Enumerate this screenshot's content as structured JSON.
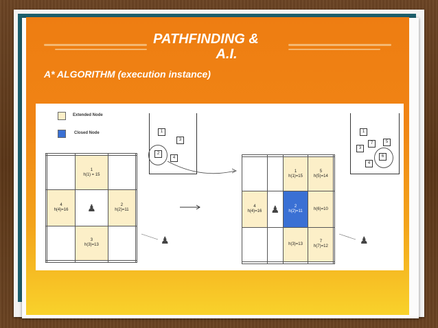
{
  "title_line1": "PATHFINDING &",
  "title_line2": "A.I.",
  "subtitle": "A* ALGORITHM (execution instance)",
  "legend": {
    "extended": "Extended Node",
    "closed": "Closed Node"
  },
  "left_grid": {
    "n1": {
      "num": "1",
      "h": "h(1) = 15"
    },
    "n2": {
      "num": "2",
      "h": "h(2)=11"
    },
    "n3": {
      "num": "3",
      "h": "h(3)=13"
    },
    "n4": {
      "num": "4",
      "h": "h(4)=16"
    }
  },
  "right_grid": {
    "n1": {
      "num": "1",
      "h": "h(1)=15"
    },
    "n5": {
      "num": "5",
      "h": "h(5)=14"
    },
    "n4": {
      "num": "4",
      "h": "h(4)=16"
    },
    "n2": {
      "num": "2",
      "h": "h(2)=11"
    },
    "n6": {
      "h": "h(6)=10"
    },
    "n3": {
      "h": "h(3)=13"
    },
    "n7": {
      "num": "7",
      "h": "h(7)=12"
    }
  },
  "left_bucket": [
    "1",
    "3",
    "2",
    "4"
  ],
  "right_bucket": [
    "1",
    "7",
    "5",
    "3",
    "6",
    "4"
  ],
  "colors": {
    "extended": "#fcefc8",
    "closed": "#3a70d4",
    "slide": "#f08414"
  }
}
